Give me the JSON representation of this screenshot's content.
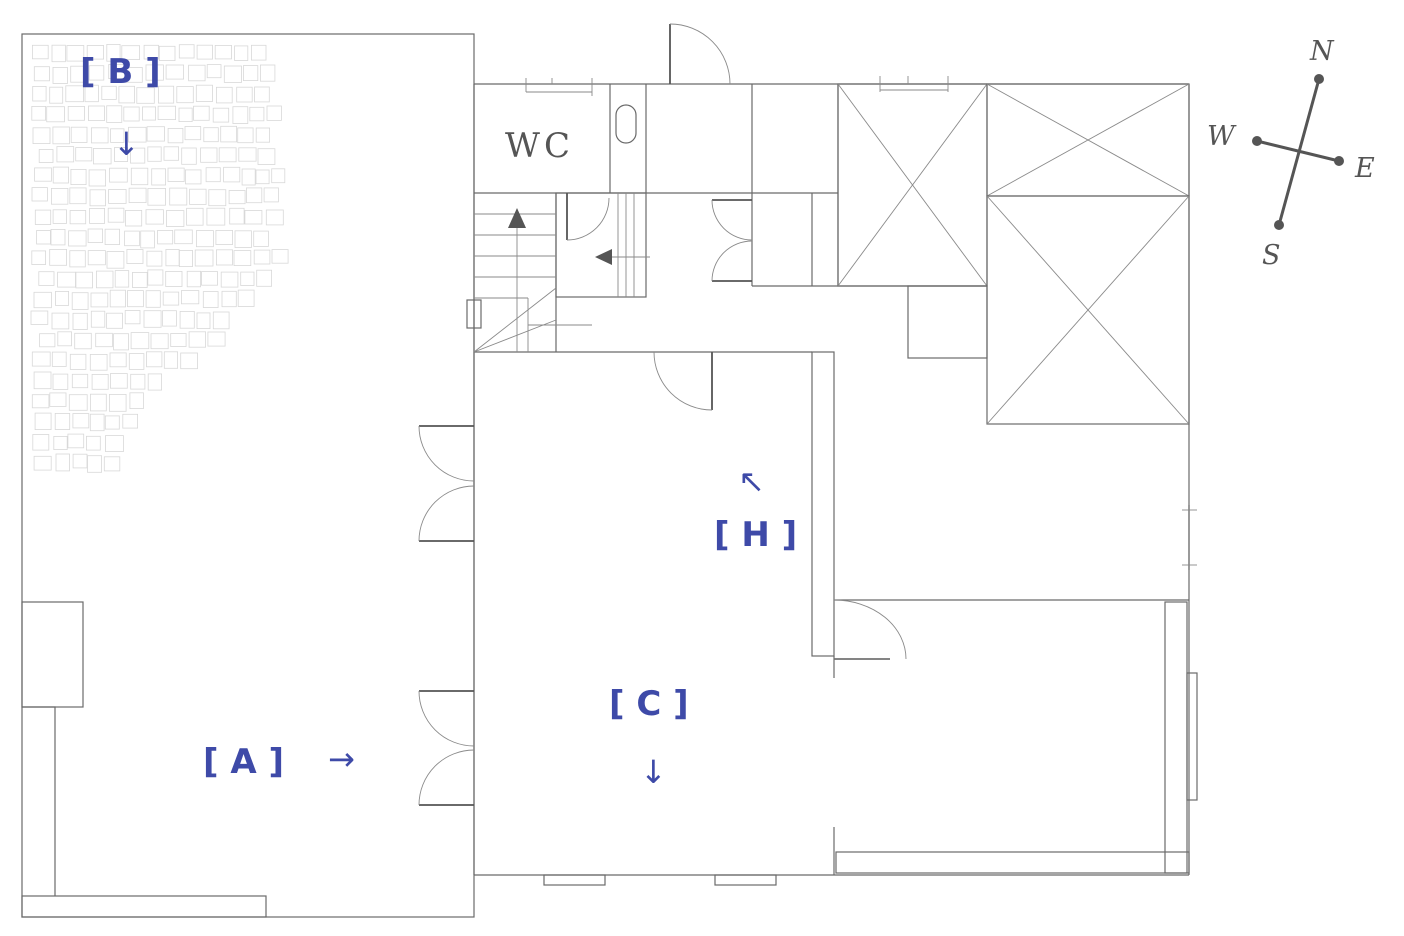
{
  "rooms": {
    "wc_label": "WC"
  },
  "viewpoints": [
    {
      "id": "A",
      "text": "[ A ]",
      "arrow": "→"
    },
    {
      "id": "B",
      "text": "[ B ]",
      "arrow": "↓"
    },
    {
      "id": "C",
      "text": "[ C ]",
      "arrow": "↓"
    },
    {
      "id": "H",
      "text": "[ H ]",
      "arrow": "↖"
    }
  ],
  "compass": {
    "north": "N",
    "south": "S",
    "east": "E",
    "west": "W"
  },
  "colors": {
    "label": "#3e4aa8",
    "walls": "#6a6a6a",
    "pavers": "#d8d8d8",
    "compass": "#555555"
  }
}
